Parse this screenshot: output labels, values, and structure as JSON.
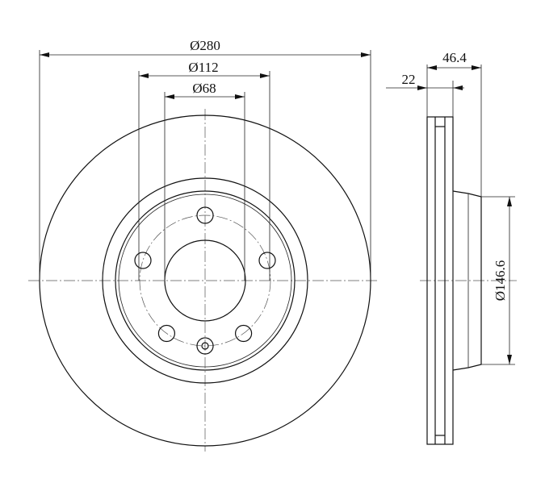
{
  "drawing": {
    "dimensions": {
      "outer_diameter": "Ø280",
      "bolt_circle_diameter": "Ø112",
      "center_bore_diameter": "Ø68",
      "overall_thickness": "46.4",
      "disc_thickness": "22",
      "hat_diameter": "Ø146.6"
    },
    "bolt_hole_count": 5,
    "has_locating_hole": true,
    "colors": {
      "line": "#111111",
      "background": "#ffffff"
    }
  }
}
